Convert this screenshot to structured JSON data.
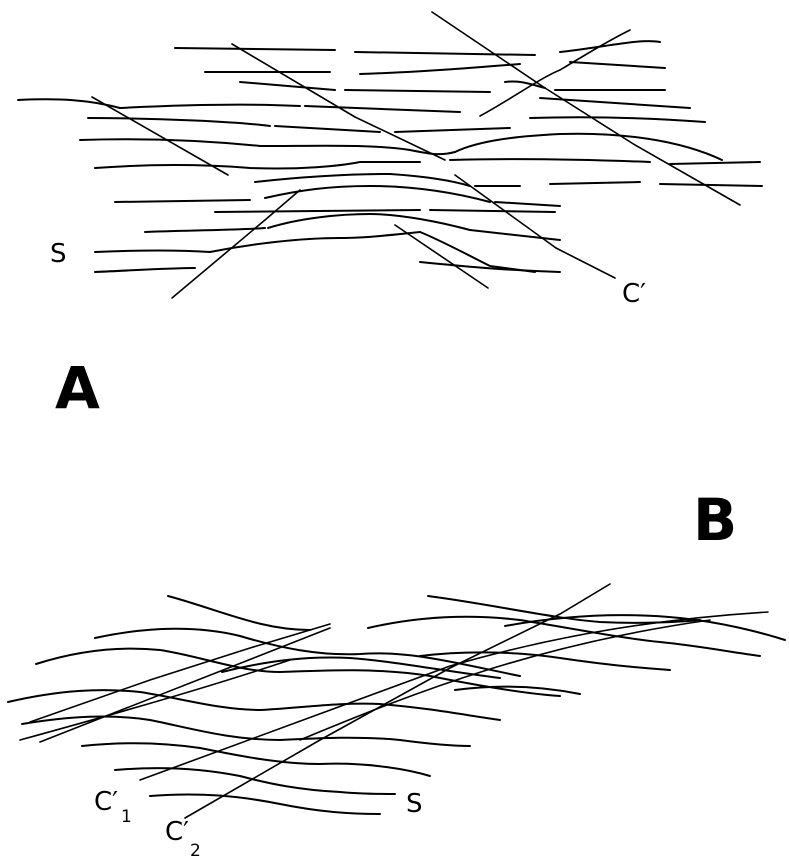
{
  "panels": [
    {
      "label": "A",
      "foliation_label": "S",
      "shear_band_labels": [
        "C′"
      ]
    },
    {
      "label": "B",
      "foliation_label": "S",
      "shear_band_labels": [
        "C′",
        "C′"
      ],
      "shear_band_subscripts": [
        "1",
        "2"
      ]
    }
  ],
  "colors": {
    "line": "#000000",
    "background": "#ffffff"
  }
}
